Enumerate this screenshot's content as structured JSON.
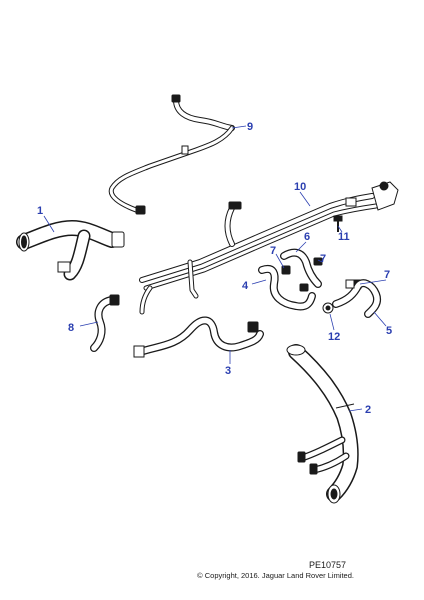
{
  "callouts": [
    {
      "id": "c1",
      "label": "1"
    },
    {
      "id": "c2",
      "label": "2"
    },
    {
      "id": "c3",
      "label": "3"
    },
    {
      "id": "c4",
      "label": "4"
    },
    {
      "id": "c5",
      "label": "5"
    },
    {
      "id": "c6",
      "label": "6"
    },
    {
      "id": "c7a",
      "label": "7"
    },
    {
      "id": "c7b",
      "label": "7"
    },
    {
      "id": "c7c",
      "label": "7"
    },
    {
      "id": "c8",
      "label": "8"
    },
    {
      "id": "c9",
      "label": "9"
    },
    {
      "id": "c10",
      "label": "10"
    },
    {
      "id": "c11",
      "label": "11"
    },
    {
      "id": "c12",
      "label": "12"
    }
  ],
  "footer": {
    "reference": "PE10757",
    "copyright": "© Copyright, 2016. Jaguar Land Rover Limited."
  },
  "colors": {
    "callout": "#2b3fb0",
    "line": "#1a1a1a",
    "background": "#ffffff"
  }
}
